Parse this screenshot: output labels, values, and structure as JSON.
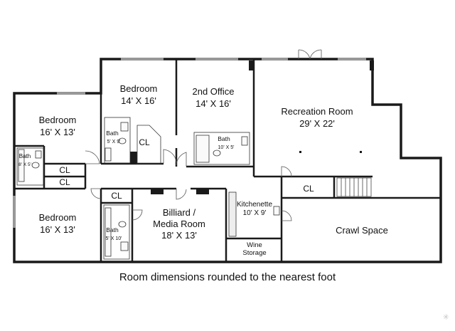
{
  "floorplan": {
    "rooms": {
      "bedroom_top_name": "Bedroom",
      "bedroom_top_dim": "14' X 16'",
      "office_name": "2nd Office",
      "office_dim": "14' X 16'",
      "recreation_name": "Recreation Room",
      "recreation_dim": "29' X 22'",
      "bedroom_left_name": "Bedroom",
      "bedroom_left_dim": "16' X 13'",
      "bedroom_bottom_name": "Bedroom",
      "bedroom_bottom_dim": "16' X 13'",
      "billiard_name_1": "Billiard /",
      "billiard_name_2": "Media Room",
      "billiard_dim": "18' X 13'",
      "kitchenette_name": "Kitchenette",
      "kitchenette_dim": "10' X 9'",
      "wine_name_1": "Wine",
      "wine_name_2": "Storage",
      "crawl_name": "Crawl Space",
      "bath_top_name": "Bath",
      "bath_top_dim": "5' X 9'",
      "bath_office_name": "Bath",
      "bath_office_dim": "10' X 5'",
      "bath_left_name": "Bath",
      "bath_left_dim": "8' X 5'",
      "bath_bottom_name": "Bath",
      "bath_bottom_dim": "5' X 10'",
      "closet_label": "CL"
    },
    "caption": "Room dimensions rounded to the nearest foot",
    "wall_color": "#1a1a1a",
    "window_color": "#9a9a9a"
  }
}
